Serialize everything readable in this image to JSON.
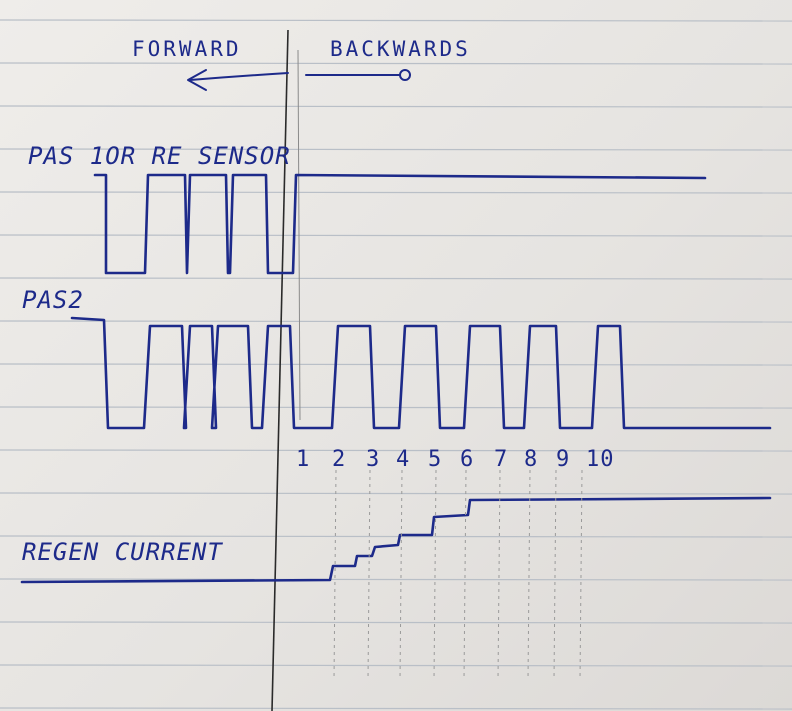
{
  "direction": {
    "forward": "FORWARD",
    "backwards": "BACKWARDS"
  },
  "signals": {
    "pas1_label": "PAS 1OR RE SENSOR",
    "pas2_label": "PAS2",
    "regen_label": "REGEN CURRENT"
  },
  "pulse_numbers": [
    "1",
    "2",
    "3",
    "4",
    "5",
    "6",
    "7",
    "8",
    "9",
    "10"
  ],
  "colors": {
    "ink": "#1d2a8a",
    "paper": "#ece9e6",
    "rule": "#b9bfc7"
  }
}
